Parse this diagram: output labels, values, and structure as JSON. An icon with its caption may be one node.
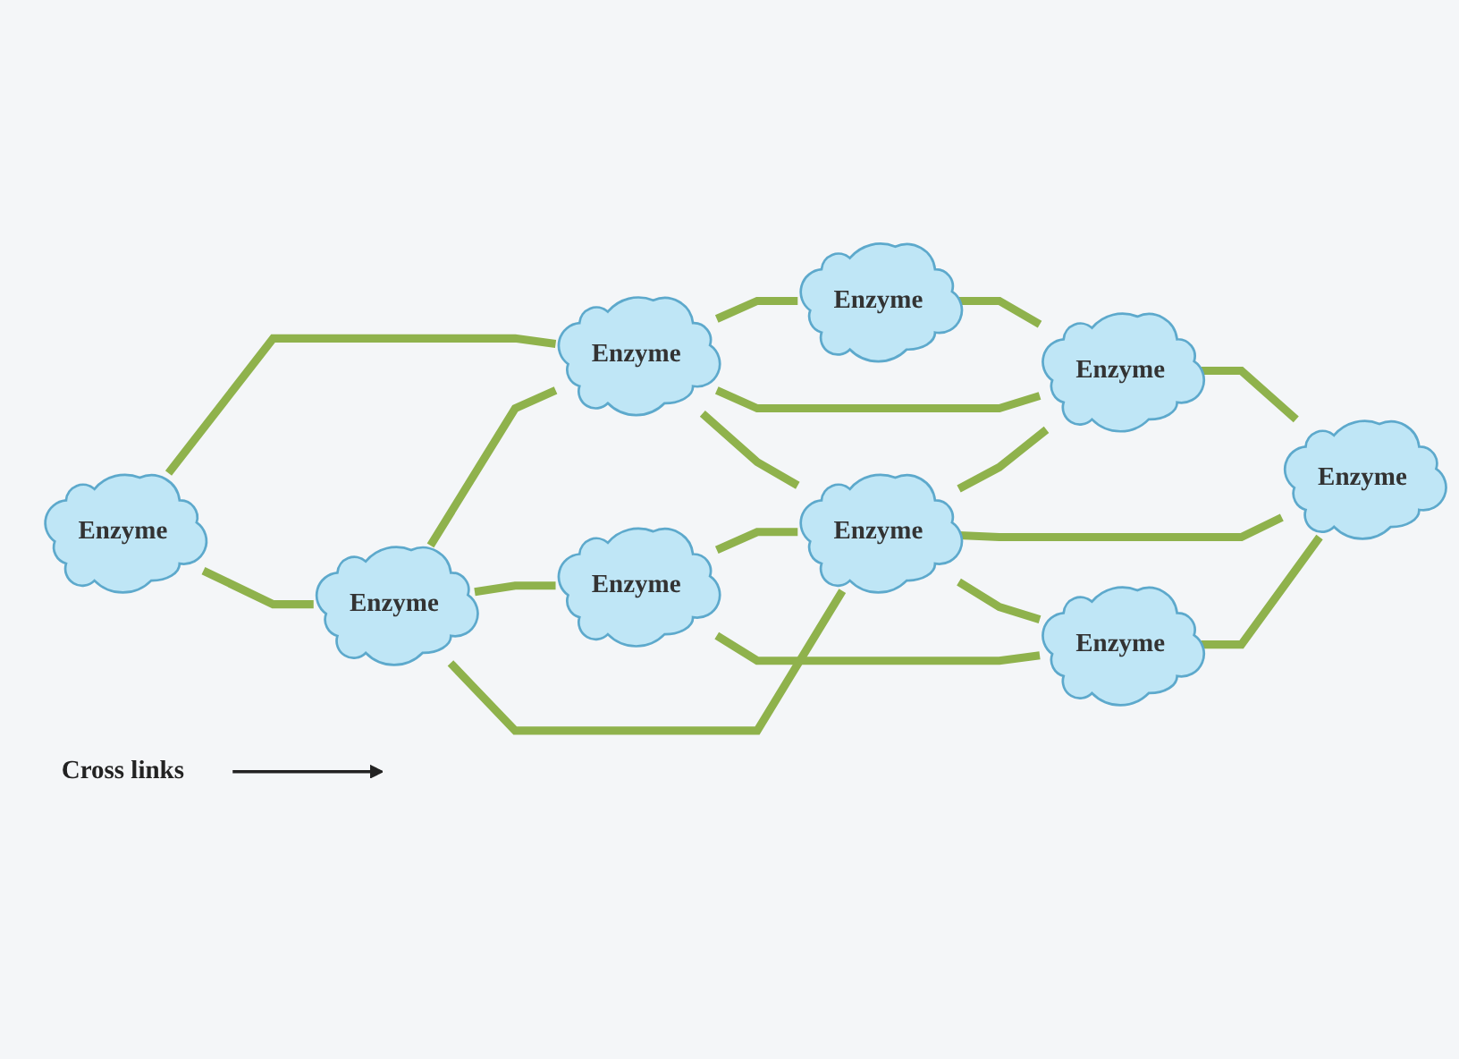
{
  "diagram": {
    "nodes": [
      {
        "text": [
          "Enzyme"
        ]
      },
      {
        "text": [
          "Enzyme"
        ]
      },
      {
        "text": [
          "Enzyme"
        ]
      },
      {
        "text": [
          "Enzyme"
        ]
      },
      {
        "text": [
          "Enzyme"
        ]
      },
      {
        "text": [
          "Enzyme"
        ]
      },
      {
        "text": [
          "Enzyme"
        ]
      },
      {
        "text": [
          "Enzyme"
        ]
      },
      {
        "text": [
          "Enzyme"
        ]
      },
      {
        "text": [
          "Cross links"
        ]
      }
    ],
    "edges": [
      {
        "from": 0,
        "to": 3,
        "arrow": "none"
      },
      {
        "from": 0,
        "to": 1,
        "arrow": "none"
      },
      {
        "from": 3,
        "to": 6,
        "arrow": "none"
      },
      {
        "from": 1,
        "to": 3,
        "arrow": "none"
      },
      {
        "from": 3,
        "to": 7,
        "arrow": "none"
      },
      {
        "from": 6,
        "to": 7,
        "arrow": "none"
      },
      {
        "from": 1,
        "to": 2,
        "arrow": "none"
      },
      {
        "from": 1,
        "to": 4,
        "arrow": "none"
      },
      {
        "from": 3,
        "to": 4,
        "arrow": "none"
      },
      {
        "from": 4,
        "to": 7,
        "arrow": "none"
      },
      {
        "from": 2,
        "to": 4,
        "arrow": "none"
      },
      {
        "from": 4,
        "to": 8,
        "arrow": "none"
      },
      {
        "from": 7,
        "to": 8,
        "arrow": "none"
      },
      {
        "from": 2,
        "to": 5,
        "arrow": "none"
      },
      {
        "from": 4,
        "to": 5,
        "arrow": "none"
      },
      {
        "from": 5,
        "to": 8,
        "arrow": "none"
      },
      {
        "from": 9,
        "to": null,
        "arrow": "to",
        "color": "#222222"
      }
    ]
  }
}
